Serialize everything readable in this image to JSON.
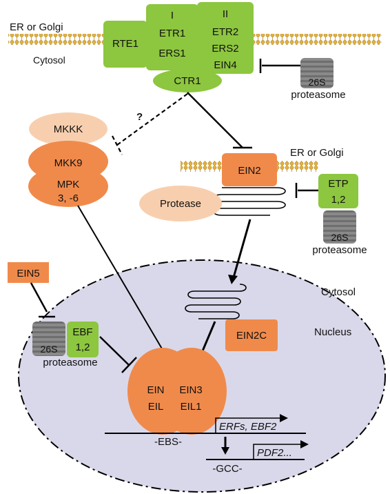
{
  "colors": {
    "green": "#8dc63f",
    "orange": "#f08a4b",
    "peach": "#f8cfae",
    "nucleus": "#d9d8ea",
    "proteasome": "#7a7a7a",
    "membrane": "#e3b03a",
    "line": "#000000"
  },
  "membrane_top": {
    "location_label": "ER or Golgi",
    "cytosol_label": "Cytosol"
  },
  "receptors": {
    "rte1": "RTE1",
    "group1": {
      "roman": "I",
      "members": [
        "ETR1",
        "ERS1"
      ]
    },
    "group2": {
      "roman": "II",
      "members": [
        "ETR2",
        "ERS2",
        "EIN4"
      ]
    },
    "ctr1": "CTR1"
  },
  "proteasome_top": {
    "label": "26S",
    "caption": "proteasome"
  },
  "unknown_link": "?",
  "mapk": {
    "mkkk": "MKKK",
    "mkk9": "MKK9",
    "mpk_line1": "MPK",
    "mpk_line2": "3, -6"
  },
  "membrane_mid": {
    "location_label": "ER or Golgi"
  },
  "ein2": "EIN2",
  "protease": "Protease",
  "etp": {
    "line1": "ETP",
    "line2": "1,2"
  },
  "proteasome_right": {
    "label": "26S",
    "caption": "proteasome"
  },
  "ein5": "EIN5",
  "nucleus": {
    "cytosol_label": "Cytosol",
    "nucleus_label": "Nucleus"
  },
  "ein2c": "EIN2C",
  "proteasome_left": {
    "label": "26S",
    "caption": "proteasome"
  },
  "ebf": {
    "line1": "EBF",
    "line2": "1,2"
  },
  "ein3_dimer": {
    "left_line1": "EIN",
    "left_line2": "EIL",
    "right_line1": "EIN3",
    "right_line2": "EIL1"
  },
  "genes": {
    "ebs": "-EBS-",
    "targets1": "ERFs, EBF2",
    "gcc": "-GCC-",
    "targets2": "PDF2..."
  }
}
